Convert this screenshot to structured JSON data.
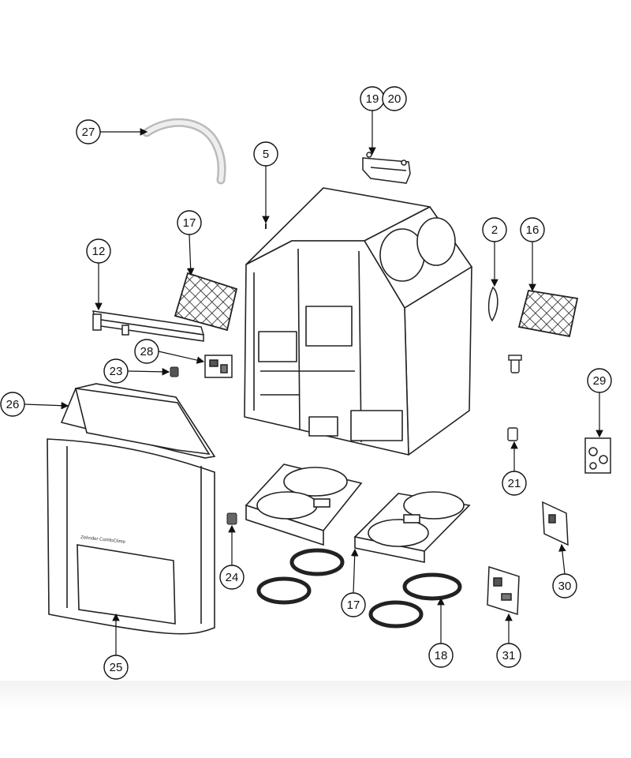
{
  "diagram": {
    "callouts": [
      {
        "id": "c27",
        "label": "27"
      },
      {
        "id": "c19",
        "label": "19"
      },
      {
        "id": "c20",
        "label": "20"
      },
      {
        "id": "c5",
        "label": "5"
      },
      {
        "id": "c17a",
        "label": "17"
      },
      {
        "id": "c12",
        "label": "12"
      },
      {
        "id": "c2",
        "label": "2"
      },
      {
        "id": "c16",
        "label": "16"
      },
      {
        "id": "c28",
        "label": "28"
      },
      {
        "id": "c23",
        "label": "23"
      },
      {
        "id": "c26",
        "label": "26"
      },
      {
        "id": "c29",
        "label": "29"
      },
      {
        "id": "c21",
        "label": "21"
      },
      {
        "id": "c24",
        "label": "24"
      },
      {
        "id": "c30",
        "label": "30"
      },
      {
        "id": "c17b",
        "label": "17"
      },
      {
        "id": "c18",
        "label": "18"
      },
      {
        "id": "c31",
        "label": "31"
      },
      {
        "id": "c25",
        "label": "25"
      }
    ],
    "cover_brand_text": "Zehnder ComfoClime"
  }
}
